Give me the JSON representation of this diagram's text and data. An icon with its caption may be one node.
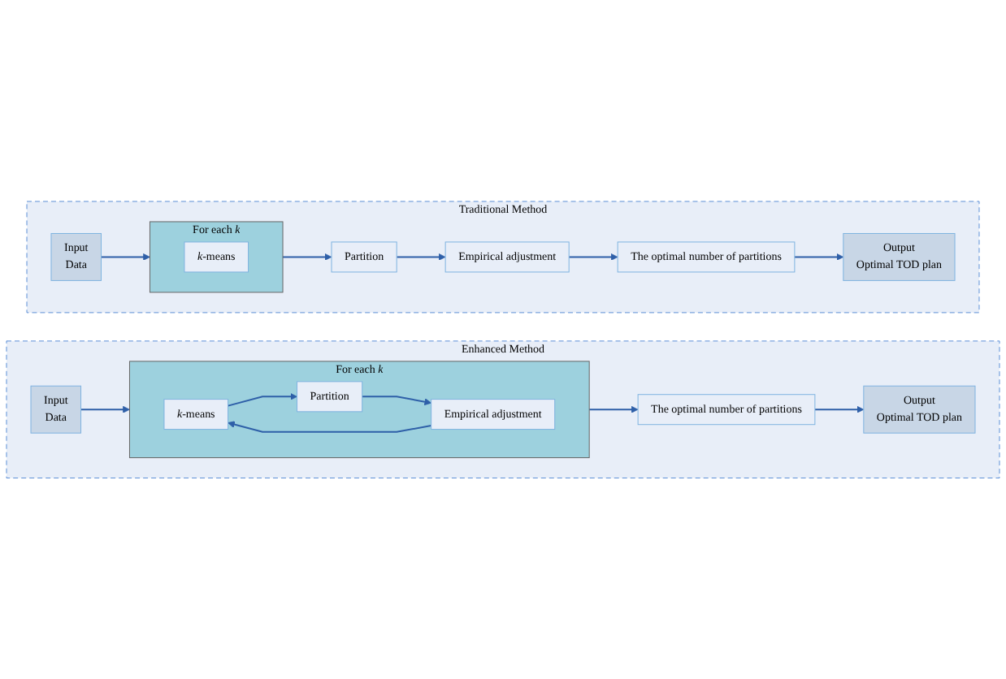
{
  "diagram": {
    "nodes": [
      {
        "text": [
          "Traditional Method"
        ]
      },
      {
        "text": [
          "Input",
          "Data"
        ],
        "in": 0
      },
      {
        "text": [
          "For each *k*"
        ],
        "in": 0
      },
      {
        "text": [
          "*k*-means"
        ],
        "in": 2
      },
      {
        "text": [
          "Partition"
        ],
        "in": 0
      },
      {
        "text": [
          "Empirical adjustment"
        ],
        "in": 0
      },
      {
        "text": [
          "The optimal number of partitions"
        ],
        "in": 0
      },
      {
        "text": [
          "Output",
          "Optimal TOD plan"
        ],
        "in": 0
      },
      {
        "text": [
          "Enhanced Method"
        ]
      },
      {
        "text": [
          "Input",
          "Data"
        ],
        "in": 8
      },
      {
        "text": [
          "For each *k*"
        ],
        "in": 8
      },
      {
        "text": [
          "*k*-means"
        ],
        "in": 10
      },
      {
        "text": [
          "Partition"
        ],
        "in": 10
      },
      {
        "text": [
          "Empirical adjustment"
        ],
        "in": 10
      },
      {
        "text": [
          "The optimal number of partitions"
        ],
        "in": 8
      },
      {
        "text": [
          "Output",
          "Optimal TOD plan"
        ],
        "in": 8
      }
    ],
    "edges": [
      {
        "from": 1,
        "to": 2,
        "arrow": "to"
      },
      {
        "from": 2,
        "to": 4,
        "arrow": "to"
      },
      {
        "from": 4,
        "to": 5,
        "arrow": "to"
      },
      {
        "from": 5,
        "to": 6,
        "arrow": "to"
      },
      {
        "from": 6,
        "to": 7,
        "arrow": "to"
      },
      {
        "from": 9,
        "to": 10,
        "arrow": "to"
      },
      {
        "from": 11,
        "to": 12,
        "arrow": "to"
      },
      {
        "from": 12,
        "to": 13,
        "arrow": "to"
      },
      {
        "from": 13,
        "to": 11,
        "arrow": "to"
      },
      {
        "from": 10,
        "to": 14,
        "arrow": "to"
      },
      {
        "from": 14,
        "to": 15,
        "arrow": "to"
      }
    ]
  }
}
